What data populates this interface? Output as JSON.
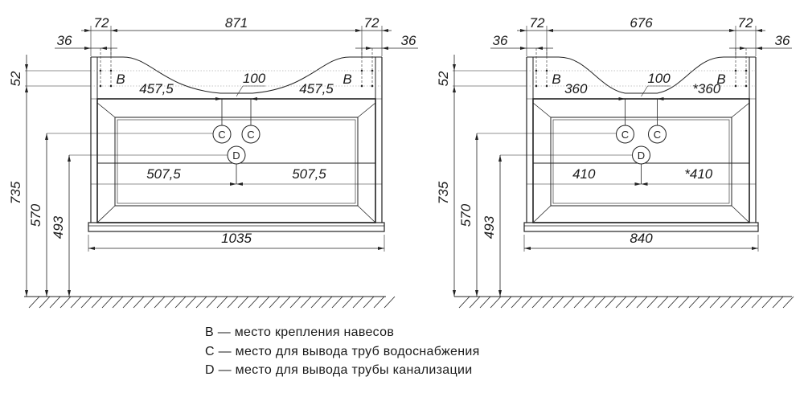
{
  "drawings": [
    {
      "name": "cabinet-1035",
      "dims": {
        "left_post": "72",
        "top_width": "871",
        "right_post": "72",
        "left_offset": "36",
        "right_offset": "36",
        "mount_spacing": "52",
        "center_gap": "100",
        "left_half_top": "457,5",
        "right_half_top": "457,5",
        "left_half_drain": "507,5",
        "right_half_drain": "507,5",
        "total_width": "1035",
        "height_total": "735",
        "height_water": "570",
        "height_drain": "493"
      },
      "markers": {
        "b": "B",
        "c": "C",
        "d": "D"
      }
    },
    {
      "name": "cabinet-840",
      "dims": {
        "left_post": "72",
        "top_width": "676",
        "right_post": "72",
        "left_offset": "36",
        "right_offset": "36",
        "mount_spacing": "52",
        "center_gap": "100",
        "left_half_top": "360",
        "right_half_top": "*360",
        "left_half_drain": "410",
        "right_half_drain": "*410",
        "total_width": "840",
        "height_total": "735",
        "height_water": "570",
        "height_drain": "493"
      },
      "markers": {
        "b": "B",
        "c": "C",
        "d": "D"
      }
    }
  ],
  "legend": [
    "B — место крепления навесов",
    "C — место для вывода труб водоснабжения",
    "D — место для вывода трубы канализации"
  ]
}
